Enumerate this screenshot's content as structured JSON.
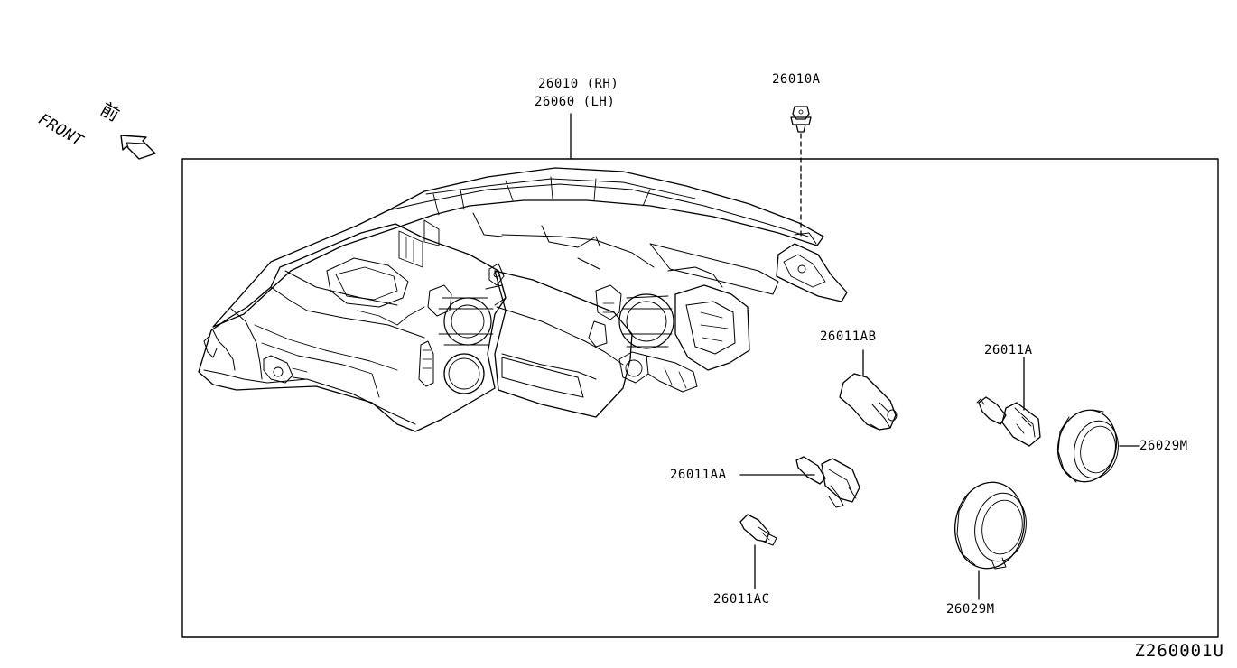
{
  "orientation": {
    "front_kanji": "前",
    "front_label": "FRONT"
  },
  "parts": {
    "headlamp_rh": "26010 (RH)",
    "headlamp_lh": "26060 (LH)",
    "clip": "26010A",
    "bulb_ab": "26011AB",
    "bulb_a": "26011A",
    "bulb_aa": "26011AA",
    "bulb_ac": "26011AC",
    "cap_right": "26029M",
    "cap_bottom": "26029M"
  },
  "diagram_id": "Z260001U",
  "icons": [
    "front-arrow-icon"
  ],
  "colors": {
    "ink": "#000000",
    "paper": "#ffffff"
  }
}
